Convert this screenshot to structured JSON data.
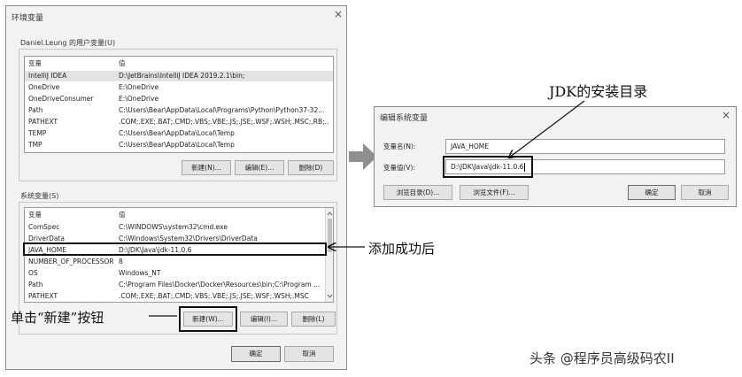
{
  "env_dialog": {
    "title": "环境变量",
    "close": "×",
    "user_section_label": "Daniel.Leung 的用户变量(U)",
    "user_columns": [
      "变量",
      "值"
    ],
    "user_rows": [
      {
        "var": "IntelliJ IDEA",
        "val": "D:\\JetBrains\\IntelliJ IDEA 2019.2.1\\bin;"
      },
      {
        "var": "OneDrive",
        "val": "E:\\OneDrive"
      },
      {
        "var": "OneDriveConsumer",
        "val": "E:\\OneDrive"
      },
      {
        "var": "Path",
        "val": "C:\\Users\\Bear\\AppData\\Local\\Programs\\Python\\Python37-32..."
      },
      {
        "var": "PATHEXT",
        "val": ".COM;.EXE;.BAT;.CMD;.VBS;.VBE;.JS;.JSE;.WSF;.WSH;.MSC;.RB;..."
      },
      {
        "var": "TEMP",
        "val": "C:\\Users\\Bear\\AppData\\Local\\Temp"
      },
      {
        "var": "TMP",
        "val": "C:\\Users\\Bear\\AppData\\Local\\Temp"
      }
    ],
    "user_buttons": {
      "new": "新建(N)...",
      "edit": "编辑(E)...",
      "delete": "删除(D)"
    },
    "system_section_label": "系统变量(S)",
    "system_columns": [
      "变量",
      "值"
    ],
    "system_rows": [
      {
        "var": "ComSpec",
        "val": "C:\\WINDOWS\\system32\\cmd.exe"
      },
      {
        "var": "DriverData",
        "val": "C:\\Windows\\System32\\Drivers\\DriverData"
      },
      {
        "var": "JAVA_HOME",
        "val": "D:\\JDK\\Java\\jdk-11.0.6"
      },
      {
        "var": "NUMBER_OF_PROCESSORS",
        "val": "8"
      },
      {
        "var": "OS",
        "val": "Windows_NT"
      },
      {
        "var": "Path",
        "val": "C:\\Program Files\\Docker\\Docker\\Resources\\bin;C:\\Program ..."
      },
      {
        "var": "PATHEXT",
        "val": ".COM;.EXE;.BAT;.CMD;.VBS;.VBE;.JS;.JSE;.WSF;.WSH;.MSC"
      }
    ],
    "system_buttons": {
      "new": "新建(W)...",
      "edit": "编辑(I)...",
      "delete": "删除(L)"
    },
    "ok": "确定",
    "cancel": "取消"
  },
  "edit_dialog": {
    "title": "编辑系统变量",
    "close": "×",
    "name_label": "变量名(N):",
    "name_value": "JAVA_HOME",
    "value_label": "变量值(V):",
    "value_value": "D:\\JDK\\Java\\jdk-11.0.6",
    "browse_dir": "浏览目录(D)...",
    "browse_file": "浏览文件(F)...",
    "ok": "确定",
    "cancel": "取消"
  },
  "annotations": {
    "jdk_dir": "JDK的安装目录",
    "added_ok": "添加成功后",
    "click_new": "单击“新建”按钮"
  },
  "watermark": "头条 @程序员高级码农II"
}
